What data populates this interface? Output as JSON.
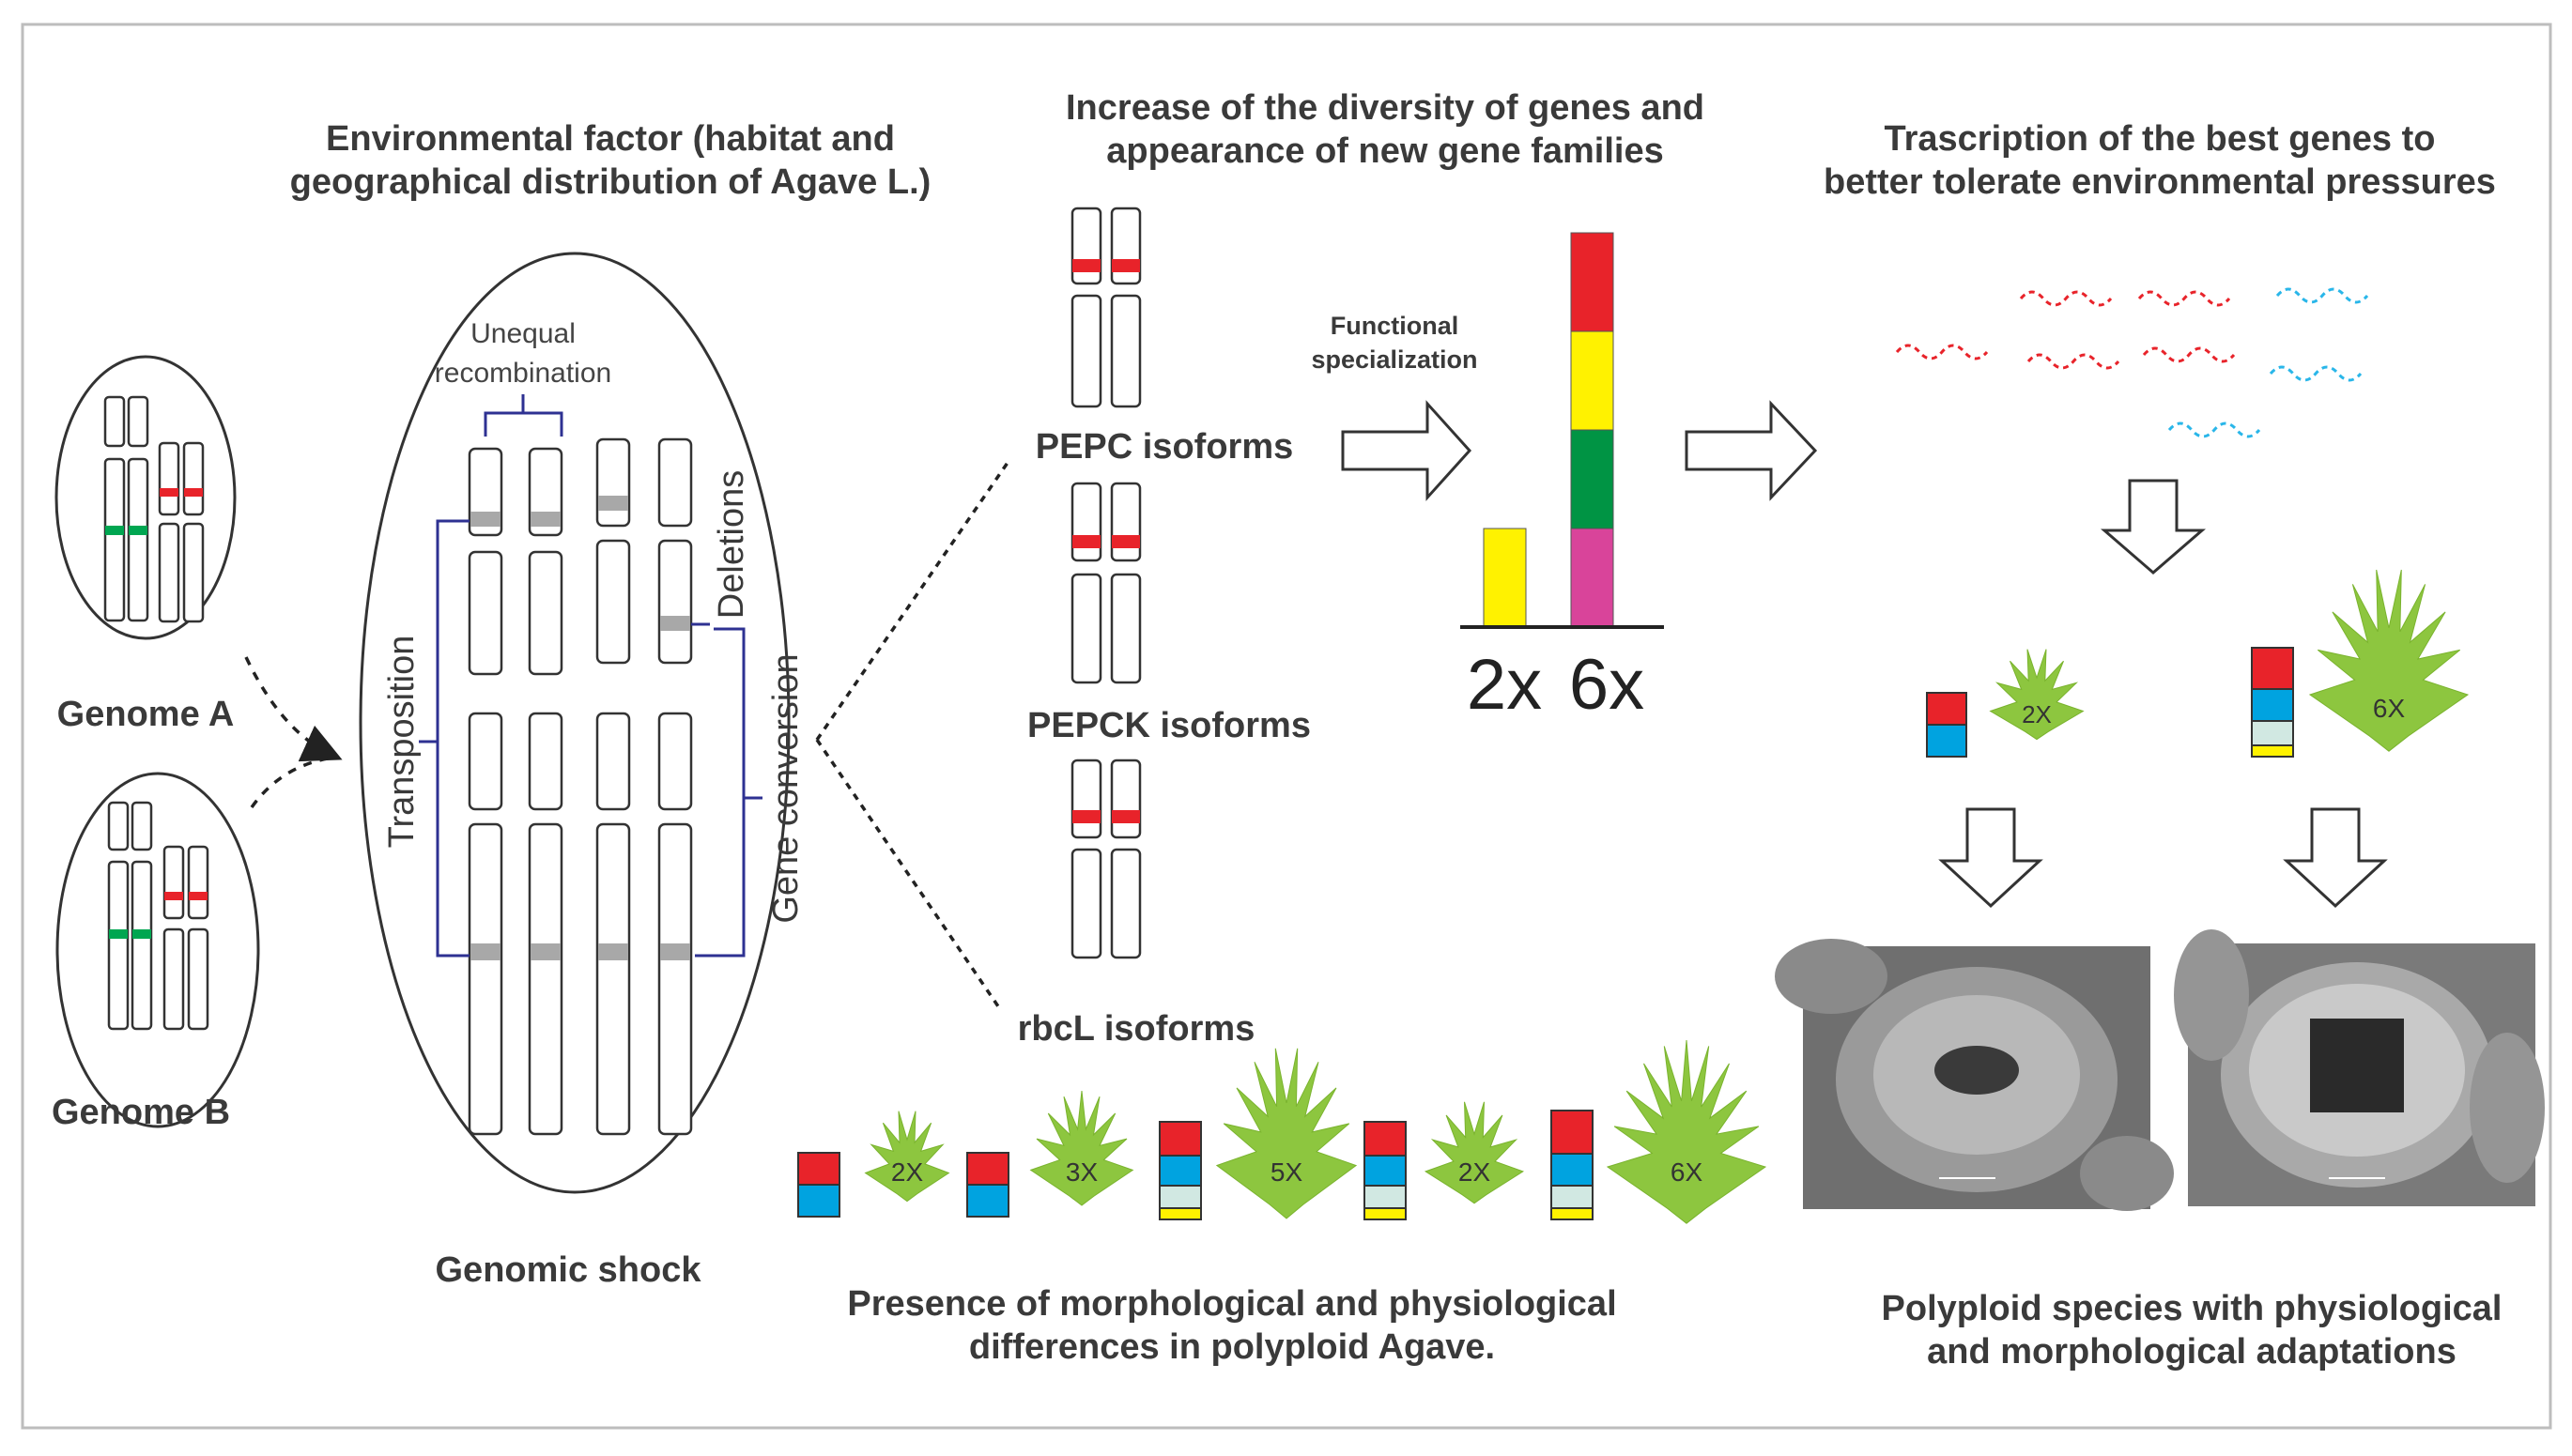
{
  "headings": {
    "environmental_factor": [
      "Environmental factor (habitat and",
      "geographical distribution of Agave L.)"
    ],
    "increase_diversity": [
      "Increase of the diversity of genes and",
      "appearance of new gene families"
    ],
    "transcription": [
      "Trascription of the best genes to",
      "better tolerate environmental pressures"
    ],
    "morph_differences": [
      "Presence of morphological and physiological",
      "differences in polyploid Agave."
    ],
    "polyploid_species": [
      "Polyploid species with physiological",
      "and morphological adaptations"
    ]
  },
  "genomes": {
    "a_label": "Genome A",
    "b_label": "Genome B"
  },
  "genomic_shock": {
    "label": "Genomic shock",
    "unequal_recombination": [
      "Unequal",
      "recombination"
    ],
    "transposition": "Transposition",
    "deletions": "Deletions",
    "gene_conversion": "Gene conversion"
  },
  "isoforms": {
    "pepc": "PEPC isoforms",
    "pepck": "PEPCK isoforms",
    "rbcl": "rbcL isoforms"
  },
  "specialization": {
    "label": [
      "Functional",
      "specialization"
    ],
    "axis_labels": [
      "2x",
      "6x"
    ],
    "bar_2x": [
      {
        "color": "#fff200",
        "value": 1
      }
    ],
    "bar_6x": [
      {
        "color": "#e8232a",
        "value": 1
      },
      {
        "color": "#fff200",
        "value": 1
      },
      {
        "color": "#009444",
        "value": 1
      },
      {
        "color": "#d9449a",
        "value": 1
      }
    ]
  },
  "plants_right": {
    "small": "2X",
    "large": "6X"
  },
  "plants_row": [
    "2X",
    "3X",
    "5X",
    "2X",
    "6X"
  ],
  "colors": {
    "red": "#e8232a",
    "blue": "#00a3e0",
    "yellow": "#fff200",
    "green_marker": "#00a651",
    "agave_green": "#8dc63f",
    "chrom_band": "#a8a8a8",
    "bracket": "#2e3192",
    "red_dash": "#e8232a",
    "cyan_dash": "#29b6e9"
  }
}
